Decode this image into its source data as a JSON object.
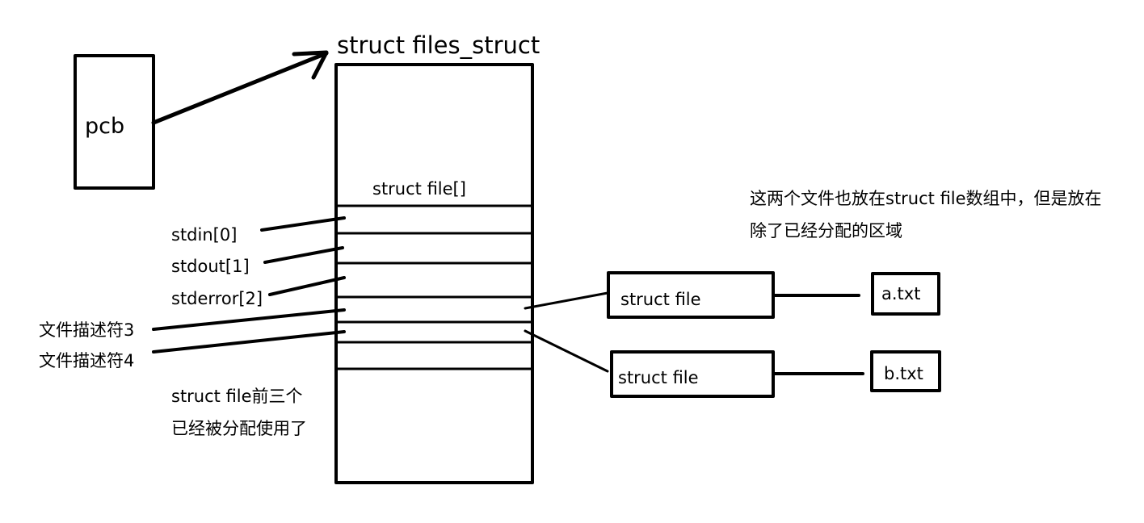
{
  "pcb": {
    "label": "pcb"
  },
  "files_struct": {
    "title": "struct files_struct",
    "array_label": "struct file[]"
  },
  "descriptors": [
    {
      "label": "stdin[0]"
    },
    {
      "label": "stdout[1]"
    },
    {
      "label": "stderror[2]"
    },
    {
      "label": "文件描述符3"
    },
    {
      "label": "文件描述符4"
    }
  ],
  "note_allocated": {
    "line1": "struct file前三个",
    "line2": "已经被分配使用了"
  },
  "note_new_files": {
    "line1": "这两个文件也放在struct file数组中，但是放在",
    "line2": "除了已经分配的区域"
  },
  "file_objects": [
    {
      "label": "struct file",
      "target": "a.txt"
    },
    {
      "label": "struct file",
      "target": "b.txt"
    }
  ]
}
